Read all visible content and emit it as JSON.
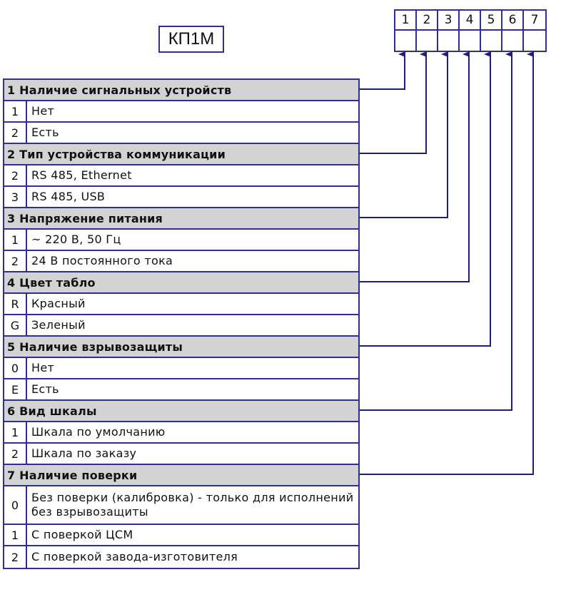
{
  "title": "КП1М",
  "code_positions": [
    "1",
    "2",
    "3",
    "4",
    "5",
    "6",
    "7"
  ],
  "groups": [
    {
      "header": "1 Наличие сигнальных устройств",
      "options": [
        {
          "code": "1",
          "text": "Нет"
        },
        {
          "code": "2",
          "text": "Есть"
        }
      ]
    },
    {
      "header": "2 Тип устройства коммуникации",
      "options": [
        {
          "code": "2",
          "text": "RS 485, Ethernet"
        },
        {
          "code": "3",
          "text": "RS 485, USB"
        }
      ]
    },
    {
      "header": "3 Напряжение питания",
      "options": [
        {
          "code": "1",
          "text": "~ 220 В, 50 Гц"
        },
        {
          "code": "2",
          "text": "24 В постоянного тока"
        }
      ]
    },
    {
      "header": "4 Цвет табло",
      "options": [
        {
          "code": "R",
          "text": "Красный"
        },
        {
          "code": "G",
          "text": "Зеленый"
        }
      ]
    },
    {
      "header": "5 Наличие взрывозащиты",
      "options": [
        {
          "code": "0",
          "text": "Нет"
        },
        {
          "code": "E",
          "text": "Есть"
        }
      ]
    },
    {
      "header": "6 Вид шкалы",
      "options": [
        {
          "code": "1",
          "text": "Шкала по умолчанию"
        },
        {
          "code": "2",
          "text": "Шкала по заказу"
        }
      ]
    },
    {
      "header": "7 Наличие поверки",
      "options": [
        {
          "code": "0",
          "text": "Без поверки (калибровка) - только для исполнений без взрывозащиты"
        },
        {
          "code": "1",
          "text": "С поверкой ЦСМ"
        },
        {
          "code": "2",
          "text": "С поверкой завода-изготовителя"
        }
      ]
    }
  ],
  "colors": {
    "border": "#2f2f8f",
    "header_bg": "#d3d3d3",
    "line": "#1f1f7a"
  }
}
